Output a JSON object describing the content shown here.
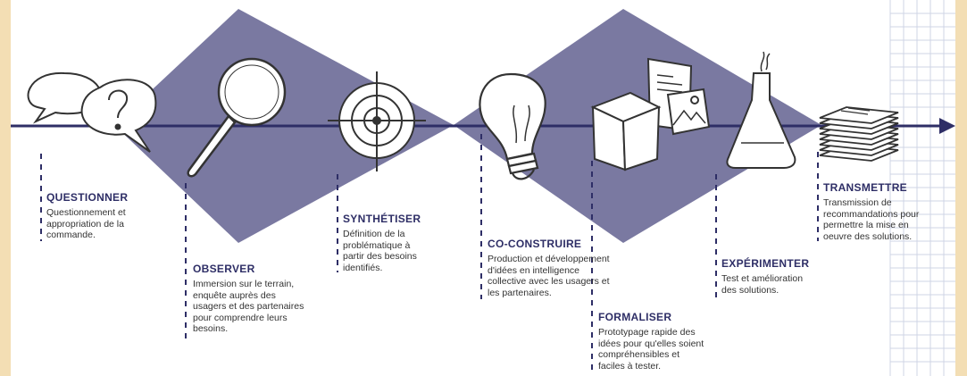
{
  "colors": {
    "background": "#f3deb4",
    "panel": "#ffffff",
    "diamond": "#7a79a1",
    "line": "#2e2e66",
    "title": "#2e2e66",
    "text": "#333333",
    "grid": "#cfd4e6"
  },
  "steps": [
    {
      "id": "questionner",
      "icon": "speech-bubbles-question-icon",
      "title": "QUESTIONNER",
      "lines": [
        "Questionnement et",
        "appropriation de la",
        "commande."
      ]
    },
    {
      "id": "observer",
      "icon": "magnifying-glass-icon",
      "title": "OBSERVER",
      "lines": [
        "Immersion sur le terrain,",
        "enquête auprès des",
        "usagers et des partenaires",
        "pour comprendre leurs",
        "besoins."
      ]
    },
    {
      "id": "synthetiser",
      "icon": "target-icon",
      "title": "SYNTHÉTISER",
      "lines": [
        "Définition de la",
        "problématique à",
        "partir des besoins",
        "identifiés."
      ]
    },
    {
      "id": "co-construire",
      "icon": "light-bulb-icon",
      "title": "CO-CONSTRUIRE",
      "lines": [
        "Production et développement",
        "d'idées en intelligence",
        "collective avec les usagers et",
        "les partenaires."
      ]
    },
    {
      "id": "formaliser",
      "icon": "cube-and-image-icon",
      "title": "FORMALISER",
      "lines": [
        "Prototypage rapide des",
        "idées pour qu'elles soient",
        "compréhensibles et",
        "faciles à tester."
      ]
    },
    {
      "id": "experimenter",
      "icon": "flask-icon",
      "title": "EXPÉRIMENTER",
      "lines": [
        "Test et amélioration",
        "des solutions."
      ]
    },
    {
      "id": "transmettre",
      "icon": "document-stack-icon",
      "title": "TRANSMETTRE",
      "lines": [
        "Transmission de",
        "recommandations pour",
        "permettre la mise en",
        "oeuvre des solutions."
      ]
    }
  ]
}
